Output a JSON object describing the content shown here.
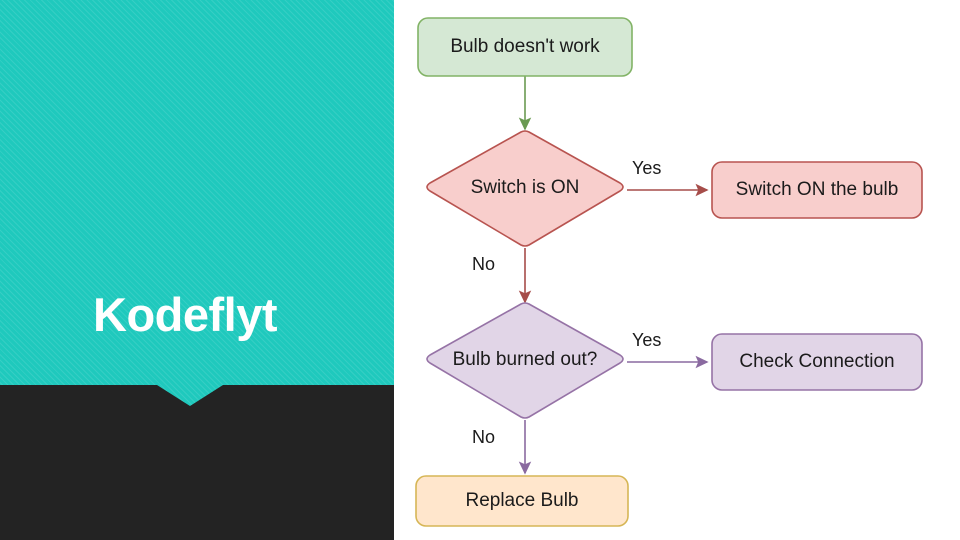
{
  "slide": {
    "background_color": "#ffffff",
    "brand": {
      "title": "Kodeflyt",
      "teal_color": "#1fc9bd",
      "dark_color": "#232323",
      "title_color": "#ffffff"
    }
  },
  "diagram": {
    "type": "flowchart",
    "orientation": "top-down",
    "nodes": [
      {
        "id": "start",
        "label": "Bulb doesn't work",
        "shape": "rounded-rect",
        "fill": "#d5e8d4",
        "stroke": "#82b366"
      },
      {
        "id": "switch-on",
        "label": "Switch is ON",
        "shape": "diamond",
        "fill": "#f8cecc",
        "stroke": "#b85450"
      },
      {
        "id": "switch-on-bulb",
        "label": "Switch ON the bulb",
        "shape": "rounded-rect",
        "fill": "#f8cecc",
        "stroke": "#b85450"
      },
      {
        "id": "burned-out",
        "label": "Bulb burned out?",
        "shape": "diamond",
        "fill": "#e1d5e7",
        "stroke": "#9673a6"
      },
      {
        "id": "check-connection",
        "label": "Check Connection",
        "shape": "rounded-rect",
        "fill": "#e1d5e7",
        "stroke": "#9673a6"
      },
      {
        "id": "replace-bulb",
        "label": "Replace Bulb",
        "shape": "rounded-rect",
        "fill": "#ffe6cc",
        "stroke": "#d6b656"
      }
    ],
    "edges": [
      {
        "id": "e1",
        "from": "start",
        "to": "switch-on",
        "label": "",
        "color": "#82b366"
      },
      {
        "id": "e2",
        "from": "switch-on",
        "to": "switch-on-bulb",
        "label": "Yes",
        "color": "#b85450"
      },
      {
        "id": "e3",
        "from": "switch-on",
        "to": "burned-out",
        "label": "No",
        "color": "#b85450"
      },
      {
        "id": "e4",
        "from": "burned-out",
        "to": "check-connection",
        "label": "Yes",
        "color": "#9673a6"
      },
      {
        "id": "e5",
        "from": "burned-out",
        "to": "replace-bulb",
        "label": "No",
        "color": "#9673a6"
      }
    ]
  }
}
